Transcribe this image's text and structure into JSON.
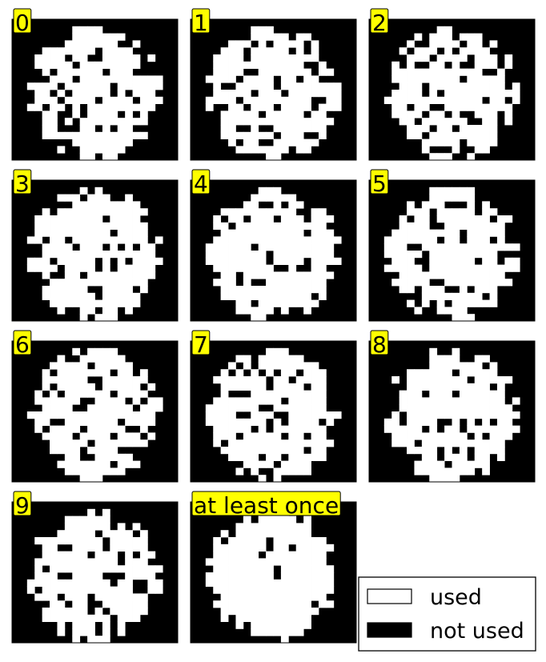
{
  "figure": {
    "colors": {
      "used": "#ffffff",
      "not_used": "#000000",
      "label_bg": "#ffff00",
      "label_border": "#000000"
    }
  },
  "legend": {
    "used_label": "used",
    "not_used_label": "not used",
    "placement": "bottom-right"
  },
  "chart_data": {
    "type": "heatmap",
    "grid_size": [
      22,
      20
    ],
    "value_meaning": {
      "1": "used",
      "0": "not used"
    },
    "panels": [
      {
        "title": "0"
      },
      {
        "title": "1"
      },
      {
        "title": "2"
      },
      {
        "title": "3"
      },
      {
        "title": "4"
      },
      {
        "title": "5"
      },
      {
        "title": "6"
      },
      {
        "title": "7"
      },
      {
        "title": "8"
      },
      {
        "title": "9"
      },
      {
        "title": "at least once"
      }
    ],
    "legend": [
      "used",
      "not used"
    ]
  }
}
